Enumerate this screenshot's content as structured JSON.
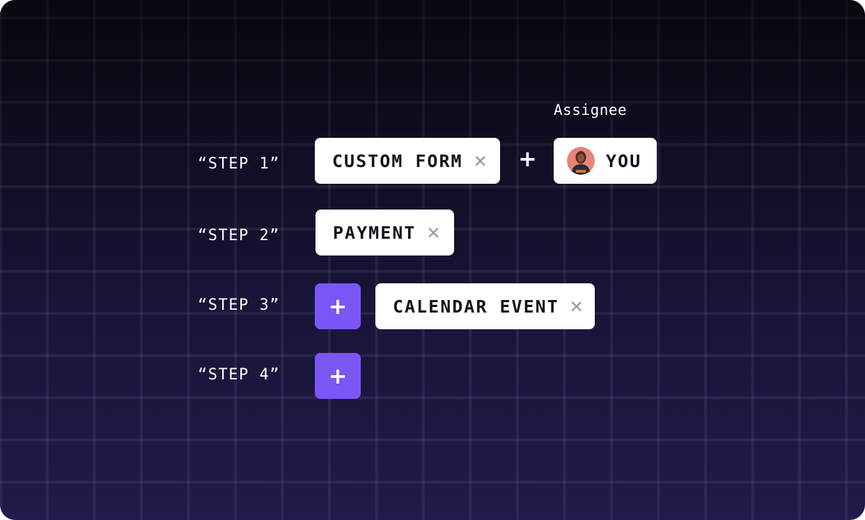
{
  "steps": [
    {
      "label": "“STEP 1”"
    },
    {
      "label": "“STEP 2”"
    },
    {
      "label": "“STEP 3”"
    },
    {
      "label": "“STEP 4”"
    }
  ],
  "step1": {
    "block": "CUSTOM FORM",
    "join_symbol": "+",
    "assignee_header": "Assignee",
    "assignee": "YOU"
  },
  "step2": {
    "block": "PAYMENT"
  },
  "step3": {
    "add_symbol": "+",
    "block": "CALENDAR EVENT"
  },
  "step4": {
    "add_symbol": "+"
  },
  "icons": {
    "remove": "close-icon",
    "add": "plus-icon",
    "avatar": "user-avatar"
  },
  "colors": {
    "accent": "#7b56f5",
    "chip_bg": "#ffffff",
    "chip_text": "#15121f",
    "remove_icon": "#9a97a6",
    "background_top": "#0b0912",
    "background_bottom": "#211a4a"
  }
}
